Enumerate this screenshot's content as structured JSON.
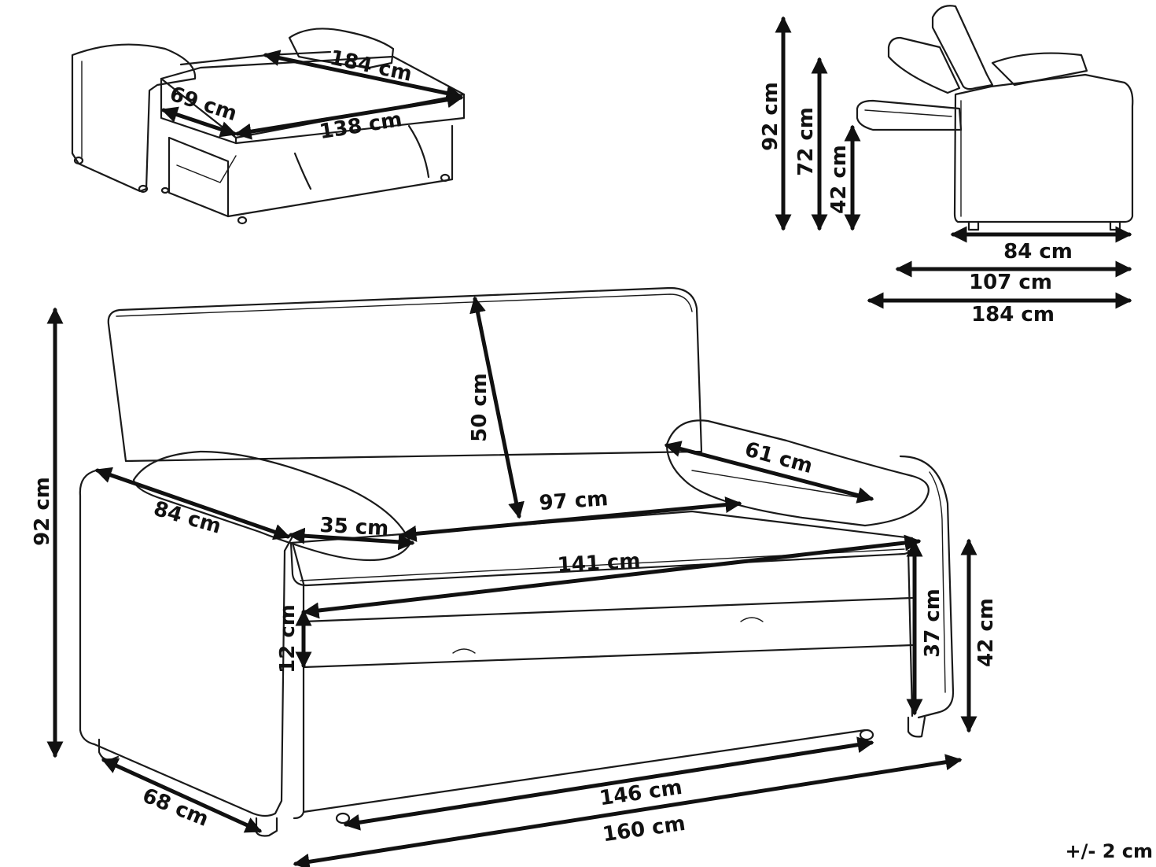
{
  "dimensions": {
    "bed_length": "184 cm",
    "bed_width": "69 cm",
    "bed_mattress": "138 cm",
    "side_total_height": "92 cm",
    "side_back_height": "72 cm",
    "side_seat_height": "42 cm",
    "side_depth": "84 cm",
    "side_depth_open": "107 cm",
    "side_depth_bed": "184 cm",
    "backrest_height": "50 cm",
    "armrest_width": "61 cm",
    "seat_between_arms": "97 cm",
    "arm_depth": "84 cm",
    "arm_inner": "35 cm",
    "seat_width": "141 cm",
    "drawer_height": "12 cm",
    "seat_height_inner": "37 cm",
    "seat_height": "42 cm",
    "front_height": "92 cm",
    "side_bottom_depth": "68 cm",
    "base_width": "146 cm",
    "total_width": "160 cm"
  },
  "tolerance": "+/- 2 cm"
}
